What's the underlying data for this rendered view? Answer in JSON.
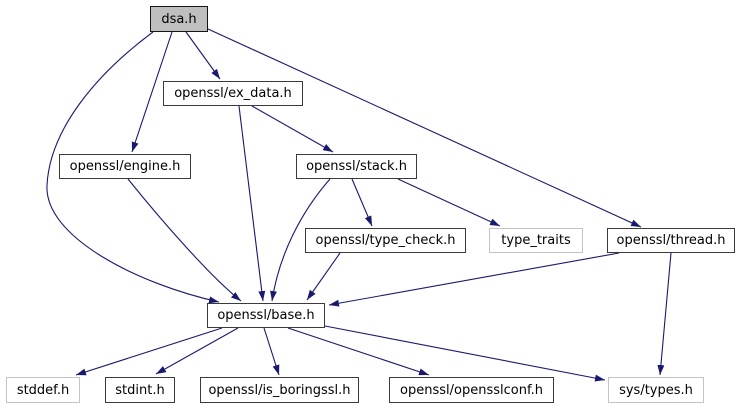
{
  "diagram": {
    "title": "dsa.h include dependency graph",
    "type": "include-dependency-graph"
  },
  "colors": {
    "edge": "#191970",
    "internal_border": "#3a3a3a",
    "external_border": "#c3c3c3",
    "root_fill": "#bfbfbf",
    "node_fill": "#ffffff",
    "text": "#000000"
  },
  "nodes": [
    {
      "label": "dsa.h",
      "kind": "root"
    },
    {
      "label": "openssl/ex_data.h",
      "kind": "internal"
    },
    {
      "label": "openssl/engine.h",
      "kind": "internal"
    },
    {
      "label": "openssl/stack.h",
      "kind": "internal"
    },
    {
      "label": "openssl/type_check.h",
      "kind": "internal"
    },
    {
      "label": "type_traits",
      "kind": "external"
    },
    {
      "label": "openssl/thread.h",
      "kind": "internal"
    },
    {
      "label": "openssl/base.h",
      "kind": "internal"
    },
    {
      "label": "stddef.h",
      "kind": "external"
    },
    {
      "label": "stdint.h",
      "kind": "internal"
    },
    {
      "label": "openssl/is_boringssl.h",
      "kind": "internal"
    },
    {
      "label": "openssl/opensslconf.h",
      "kind": "internal"
    },
    {
      "label": "sys/types.h",
      "kind": "external"
    }
  ],
  "edges": [
    {
      "from": "dsa.h",
      "to": "openssl/ex_data.h"
    },
    {
      "from": "dsa.h",
      "to": "openssl/engine.h"
    },
    {
      "from": "dsa.h",
      "to": "openssl/base.h"
    },
    {
      "from": "dsa.h",
      "to": "openssl/thread.h"
    },
    {
      "from": "openssl/ex_data.h",
      "to": "openssl/stack.h"
    },
    {
      "from": "openssl/ex_data.h",
      "to": "openssl/base.h"
    },
    {
      "from": "openssl/engine.h",
      "to": "openssl/base.h"
    },
    {
      "from": "openssl/stack.h",
      "to": "openssl/type_check.h"
    },
    {
      "from": "openssl/stack.h",
      "to": "type_traits"
    },
    {
      "from": "openssl/stack.h",
      "to": "openssl/base.h"
    },
    {
      "from": "openssl/type_check.h",
      "to": "openssl/base.h"
    },
    {
      "from": "openssl/thread.h",
      "to": "openssl/base.h"
    },
    {
      "from": "openssl/thread.h",
      "to": "sys/types.h"
    },
    {
      "from": "openssl/base.h",
      "to": "stddef.h"
    },
    {
      "from": "openssl/base.h",
      "to": "stdint.h"
    },
    {
      "from": "openssl/base.h",
      "to": "openssl/is_boringssl.h"
    },
    {
      "from": "openssl/base.h",
      "to": "openssl/opensslconf.h"
    },
    {
      "from": "openssl/base.h",
      "to": "sys/types.h"
    }
  ]
}
